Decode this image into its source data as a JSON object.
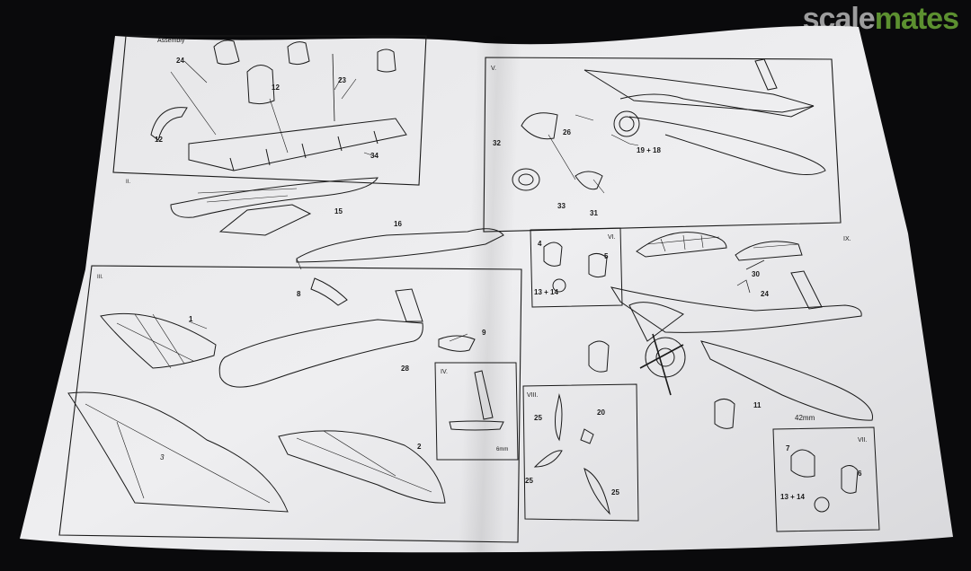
{
  "watermark": {
    "part1": "scale",
    "part2": "mates"
  },
  "panels": {
    "assembly_label": "Assembly",
    "ii": "II.",
    "iii": "III.",
    "iv": "IV.",
    "v": "V.",
    "vi": "VI.",
    "vii": "VII.",
    "viii": "VIII.",
    "ix": "IX."
  },
  "callouts": {
    "p24": "24",
    "p12a": "12",
    "p23": "23",
    "p12b": "12",
    "p34": "34",
    "p15": "15",
    "p16": "16",
    "p32": "32",
    "p26": "26",
    "p19_18": "19 + 18",
    "p33": "33",
    "p31": "31",
    "p4": "4",
    "p5": "5",
    "p13_14a": "13 + 14",
    "p30": "30",
    "p24b": "24",
    "p8": "8",
    "p1": "1",
    "p9": "9",
    "p28": "28",
    "p3": "3",
    "p2": "2",
    "p20": "20",
    "p25a": "25",
    "p25b": "25",
    "p25c": "25",
    "p11": "11",
    "p42mm": "42mm",
    "p6mm": "6mm",
    "p7": "7",
    "p6": "6",
    "p13_14b": "13 + 14"
  }
}
